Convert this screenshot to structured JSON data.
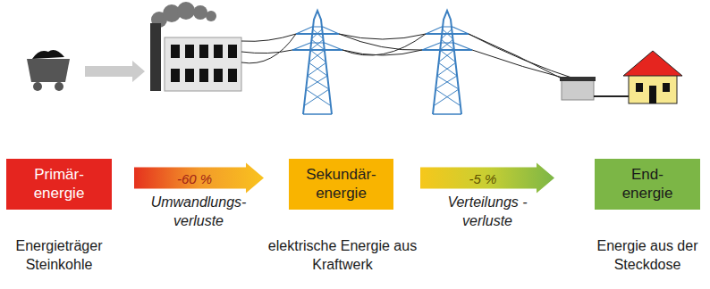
{
  "diagram": {
    "nodes": [
      {
        "text": [
          "Primär- energie"
        ]
      },
      {
        "text": [
          "Sekundär- energie"
        ]
      },
      {
        "text": [
          "End- energie"
        ]
      }
    ],
    "edges": [
      {
        "from": 0,
        "to": 1,
        "arrow": "to",
        "label": "-60 %"
      },
      {
        "from": 1,
        "to": 2,
        "arrow": "to",
        "label": "-5 %"
      }
    ],
    "labels": [
      "Umwandlungs- verluste",
      "Verteilungs - verluste",
      "Energieträger Steinkohle",
      "elektrische Energie aus Kraftwerk",
      "Energie aus der Steckdose"
    ]
  }
}
